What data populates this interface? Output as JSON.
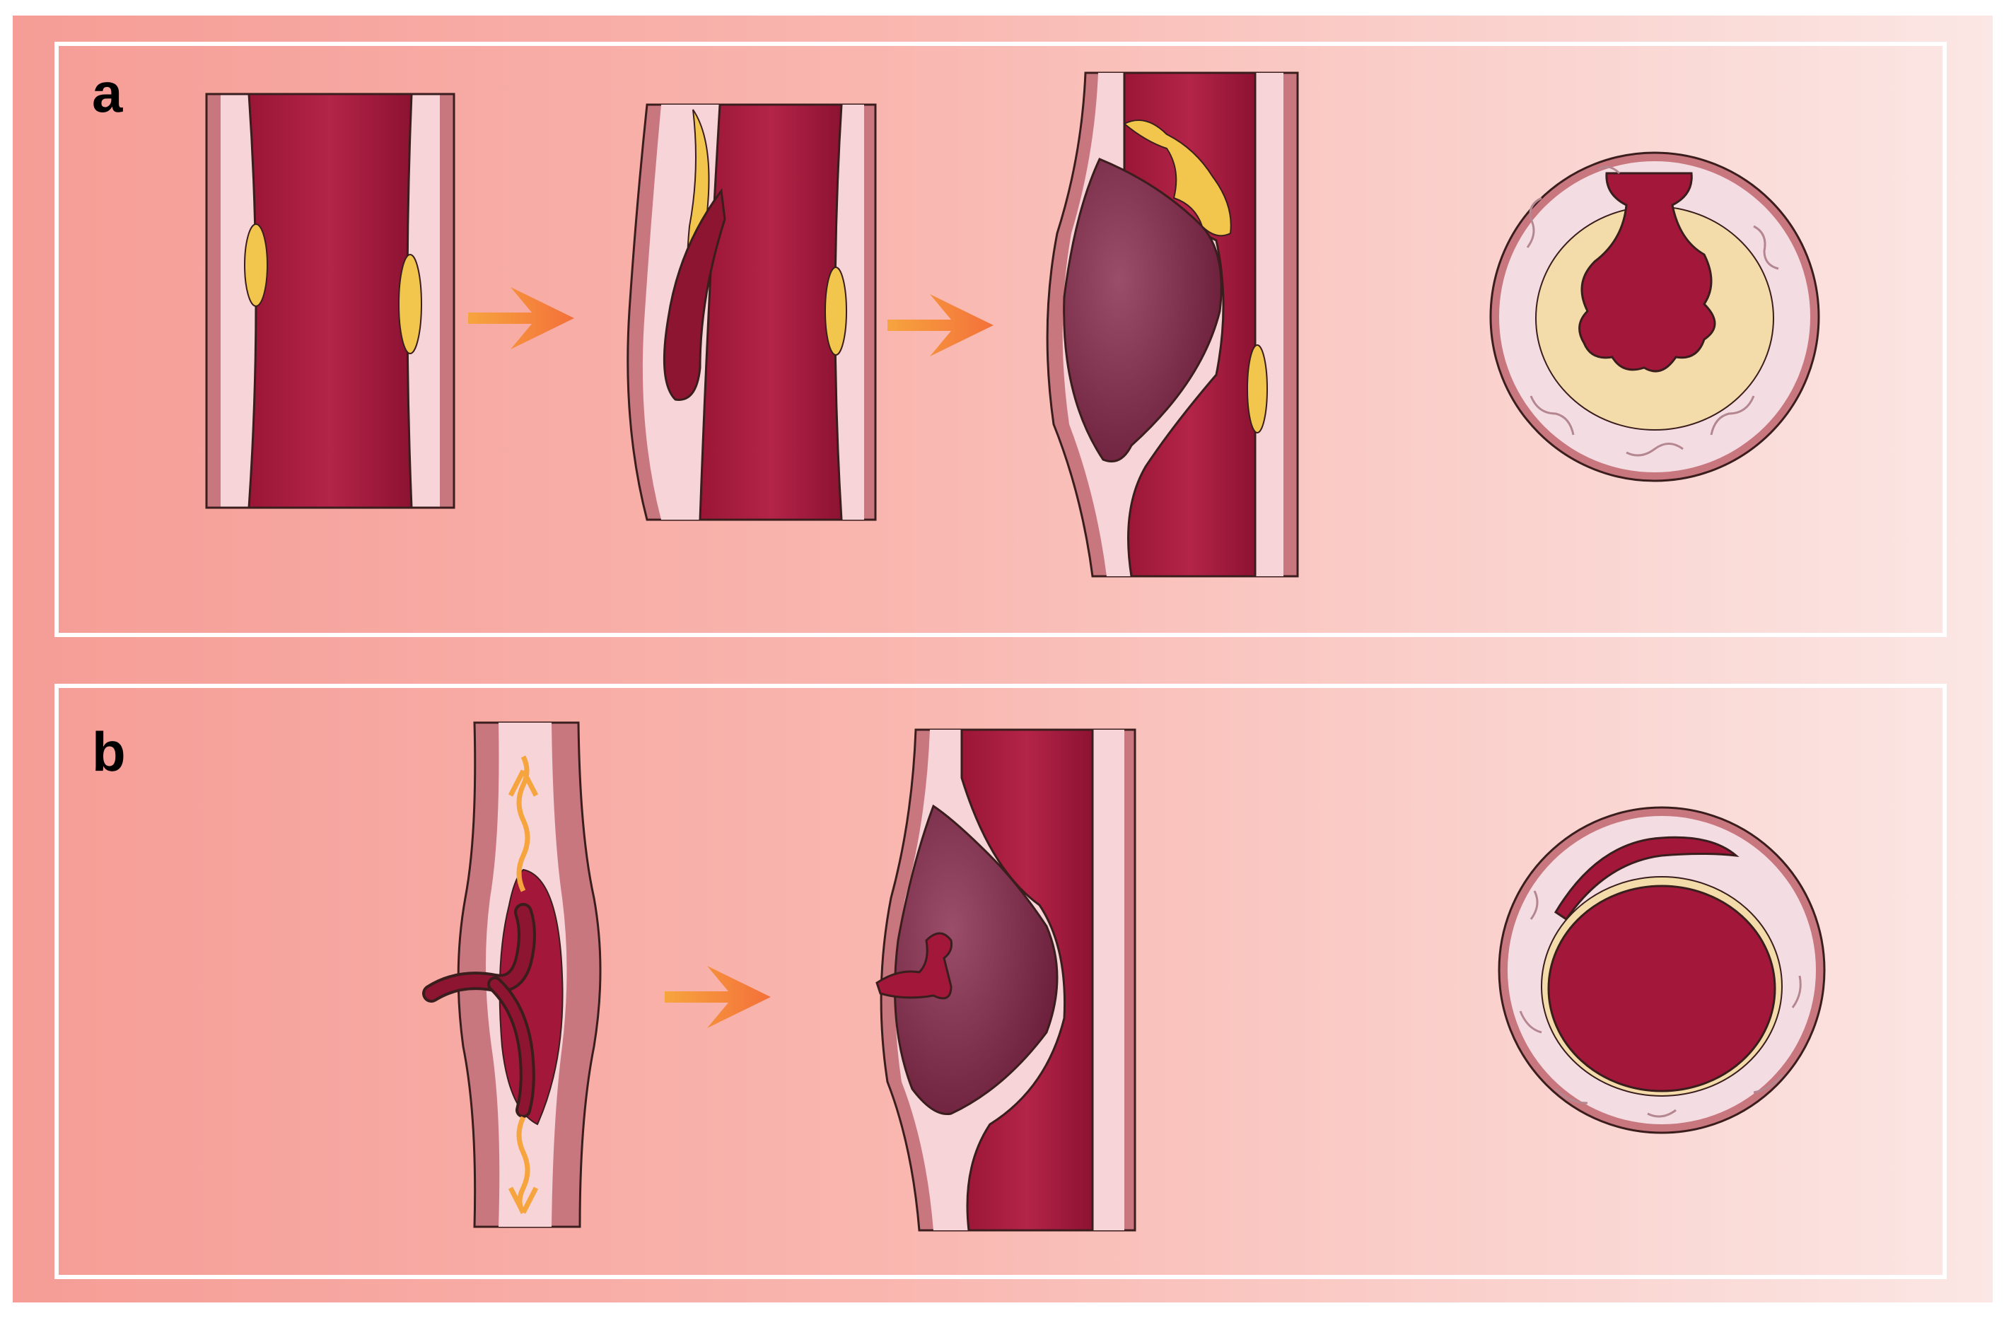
{
  "panels": [
    {
      "label": "a",
      "stages": [
        "normal-vessel",
        "intimal-tear-with-plaque",
        "intramural-hematoma-expansion",
        "cross-section-plaque-dissection"
      ]
    },
    {
      "label": "b",
      "stages": [
        "vasa-vasorum-rupture",
        "intramural-hematoma",
        "cross-section-crescent-hematoma"
      ]
    }
  ],
  "colors": {
    "background_left": "#f7a39c",
    "background_right": "#fbe6e4",
    "frame": "#ffffff",
    "lumen_blood": "#a3183a",
    "wall_pink": "#f6d3d8",
    "wall_outer": "#c9767d",
    "plaque_yellow": "#f2c64c",
    "hematoma": "#7e2e48",
    "arrow_orange": "#f7893a"
  },
  "icons": [
    "arrow-right-icon"
  ]
}
